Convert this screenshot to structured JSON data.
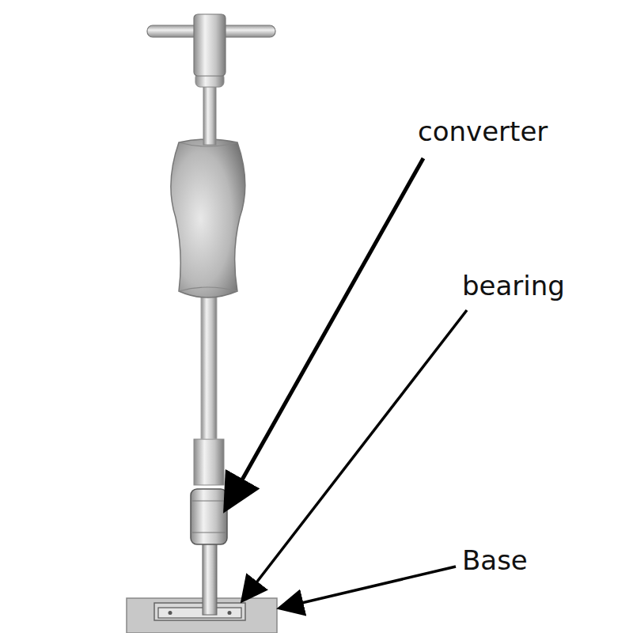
{
  "diagram": {
    "labels": [
      "converter",
      "bearing",
      "Base"
    ]
  }
}
